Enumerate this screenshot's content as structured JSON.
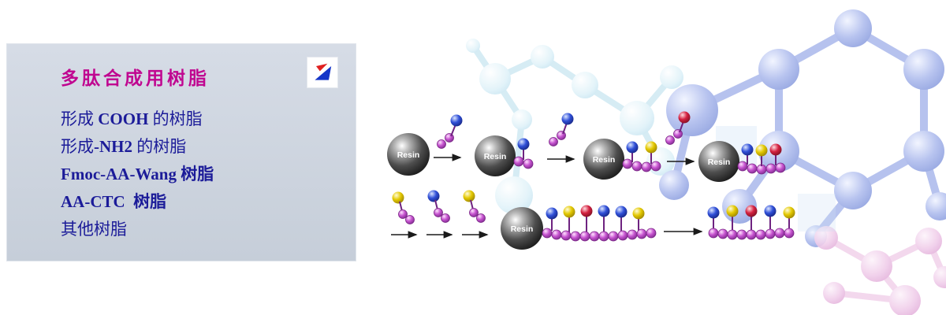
{
  "page": {
    "background": "#ffffff"
  },
  "panel": {
    "title": "多肽合成用树脂",
    "title_color": "#c00690",
    "item_color": "#1c1c99",
    "bg_top": "#d6dce6",
    "bg_bottom": "#c6ced9",
    "items": [
      {
        "parts": [
          {
            "text": "形成 ",
            "bold": false
          },
          {
            "text": "COOH",
            "bold": true
          },
          {
            "text": " 的树脂",
            "bold": false
          }
        ]
      },
      {
        "parts": [
          {
            "text": "形成",
            "bold": false
          },
          {
            "text": "-NH2",
            "bold": true
          },
          {
            "text": " 的树脂",
            "bold": false
          }
        ]
      },
      {
        "parts": [
          {
            "text": "Fmoc-AA-Wang",
            "bold": true
          },
          {
            "text": " 树脂",
            "bold": true
          }
        ]
      },
      {
        "parts": [
          {
            "text": "AA-CTC",
            "bold": true
          },
          {
            "text": "  树脂",
            "bold": true
          }
        ]
      },
      {
        "parts": [
          {
            "text": "其他树脂",
            "bold": false
          }
        ]
      }
    ]
  },
  "logo": {
    "colors": {
      "blue": "#1535c8",
      "red": "#e02020"
    }
  },
  "illustration": {
    "resin_label": "Resin",
    "colors": {
      "resin_sphere": "#2a2a2a",
      "chain_bead": "#c653cf",
      "amino_blue": "#3050d8",
      "amino_yellow": "#e3c800",
      "amino_red": "#d42040",
      "background_molecule_blue": "#b6c2ee",
      "background_molecule_cyan": "#dff2f9",
      "background_molecule_pink": "#f0cdea"
    }
  }
}
